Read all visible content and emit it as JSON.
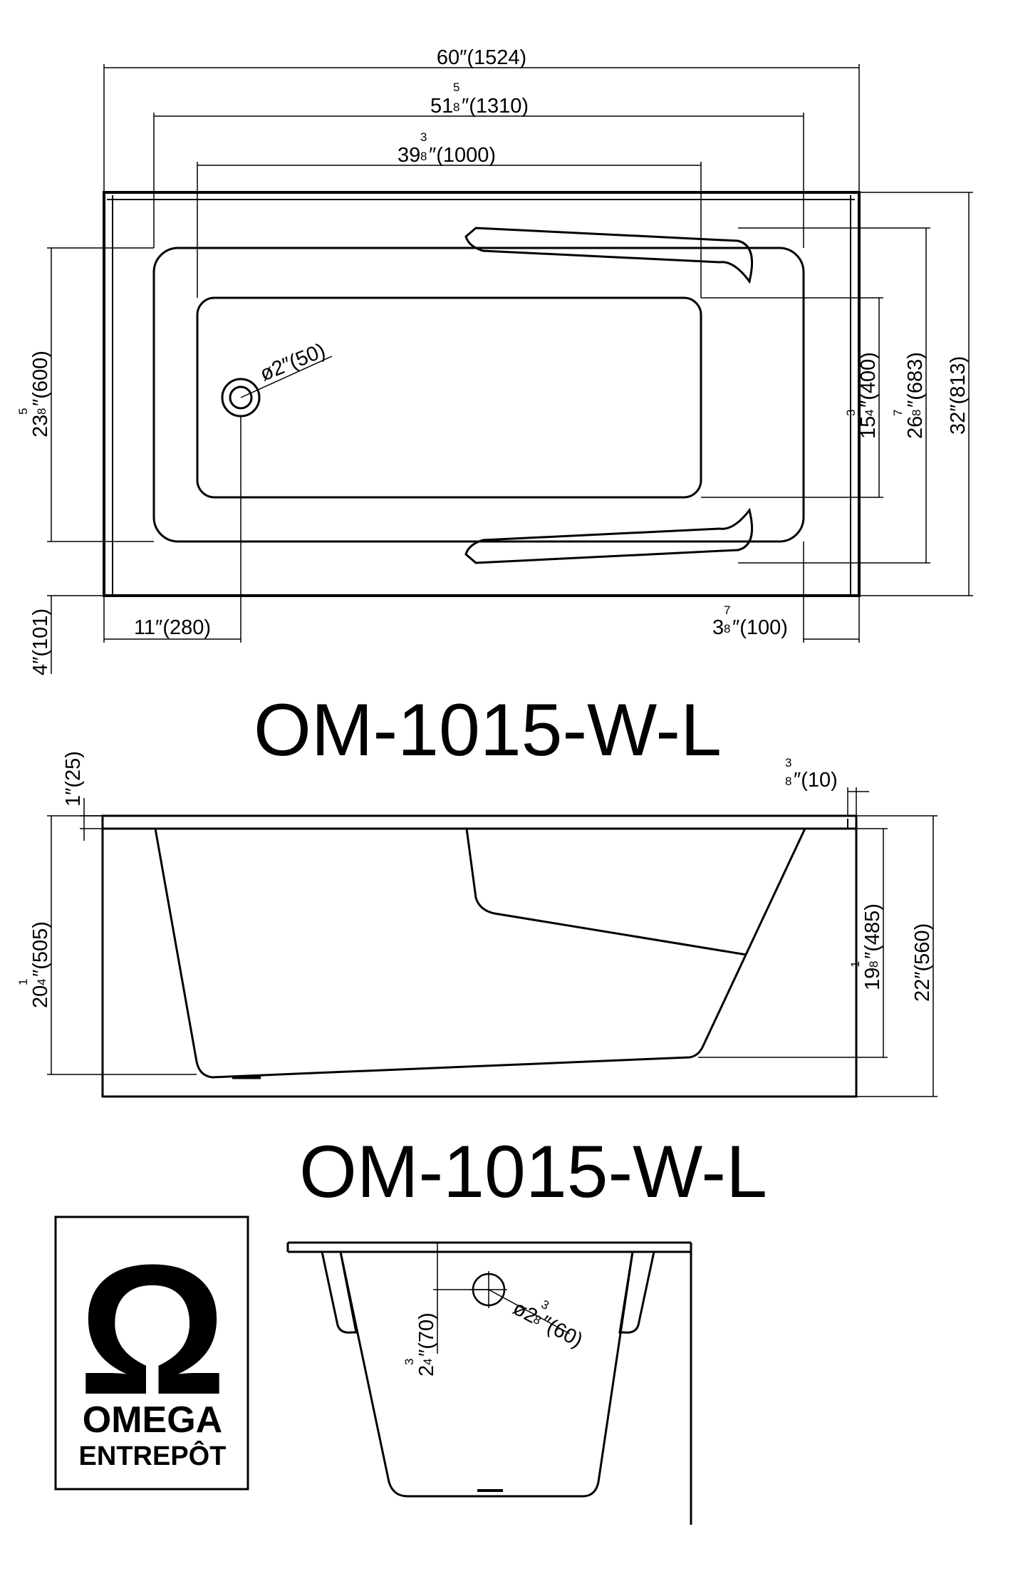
{
  "top_view": {
    "dims": {
      "overall_length": "60″(1524)",
      "basin_length_whole": "51",
      "basin_length_num": "5",
      "basin_length_den": "8",
      "basin_length_rest": "″(1310)",
      "floor_length_whole": "39",
      "floor_length_num": "3",
      "floor_length_den": "8",
      "floor_length_rest": "″(1000)",
      "drain_dia": "ø2″(50)",
      "left_height_whole": "23",
      "left_height_num": "5",
      "left_height_den": "8",
      "left_height_rest": "″(600)",
      "floor_width_whole": "15",
      "floor_width_num": "3",
      "floor_width_den": "4",
      "floor_width_rest": "″(400)",
      "basin_width_whole": "26",
      "basin_width_num": "7",
      "basin_width_den": "8",
      "basin_width_rest": "″(683)",
      "overall_width": "32″(813)",
      "drain_offset": "11″(280)",
      "end_offset_whole": "3",
      "end_offset_num": "7",
      "end_offset_den": "8",
      "end_offset_rest": "″(100)",
      "bottom_margin": "4″(101)"
    },
    "model_label": "OM-1015-W-L"
  },
  "side_view": {
    "dims": {
      "rim_thickness": "1″(25)",
      "lip_whole": "",
      "lip_num": "3",
      "lip_den": "8",
      "lip_rest": "″(10)",
      "depth_whole": "20",
      "depth_num": "1",
      "depth_den": "4",
      "depth_rest": "″(505)",
      "inner_depth_whole": "19",
      "inner_depth_num": "1",
      "inner_depth_den": "8",
      "inner_depth_rest": "″(485)",
      "overall_height": "22″(560)"
    },
    "model_label": "OM-1015-W-L"
  },
  "end_view": {
    "dims": {
      "overflow_height_whole": "2",
      "overflow_height_num": "3",
      "overflow_height_den": "4",
      "overflow_height_rest": "″(70)",
      "overflow_dia_pre": "ø2",
      "overflow_dia_num": "3",
      "overflow_dia_den": "8",
      "overflow_dia_rest": "″(60)"
    }
  },
  "logo": {
    "symbol": "Ω",
    "line1": "OMEGA",
    "line2": "ENTREPÔT"
  }
}
